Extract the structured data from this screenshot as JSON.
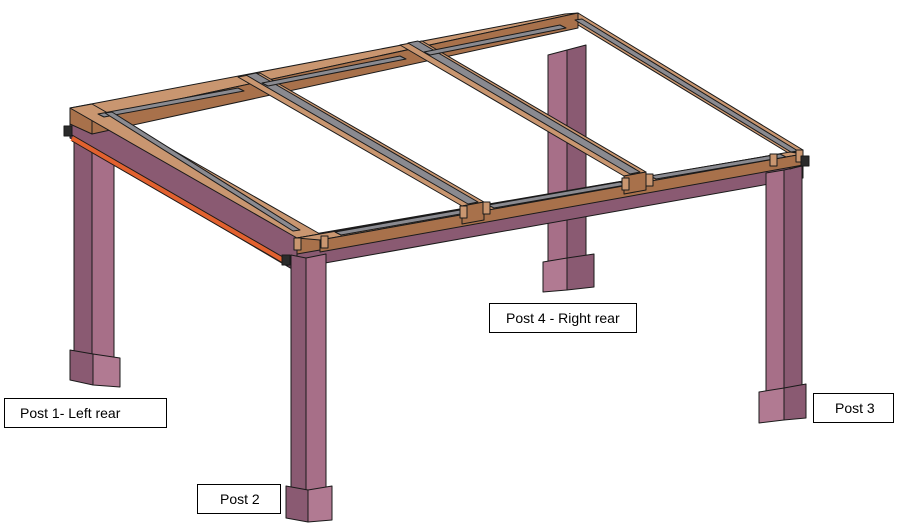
{
  "labels": {
    "post_1": "Post 1- Left rear",
    "post_2": "Post 2",
    "post_3": "Post 3",
    "post_4": "Post 4 - Right rear"
  },
  "colors": {
    "post_face": "#8a5a72",
    "post_side": "#a76f88",
    "post_dark": "#5e3a4c",
    "wood_top": "#c99670",
    "wood_face": "#a8714b",
    "wood_dark": "#7a4d2f",
    "metal_strip": "#8a8a90",
    "highlight_beam": "#e2612f",
    "outline": "#1a1a1a"
  }
}
